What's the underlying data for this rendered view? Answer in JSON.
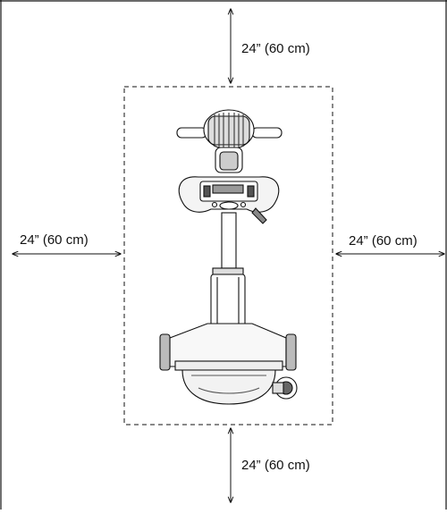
{
  "clearance": {
    "top": "24” (60 cm)",
    "left": "24” (60 cm)",
    "right": "24” (60 cm)",
    "bottom": "24” (60 cm)"
  },
  "colors": {
    "line": "#111111",
    "background": "#ffffff"
  },
  "figure": {
    "subject": "exercise-bike-top-view"
  }
}
